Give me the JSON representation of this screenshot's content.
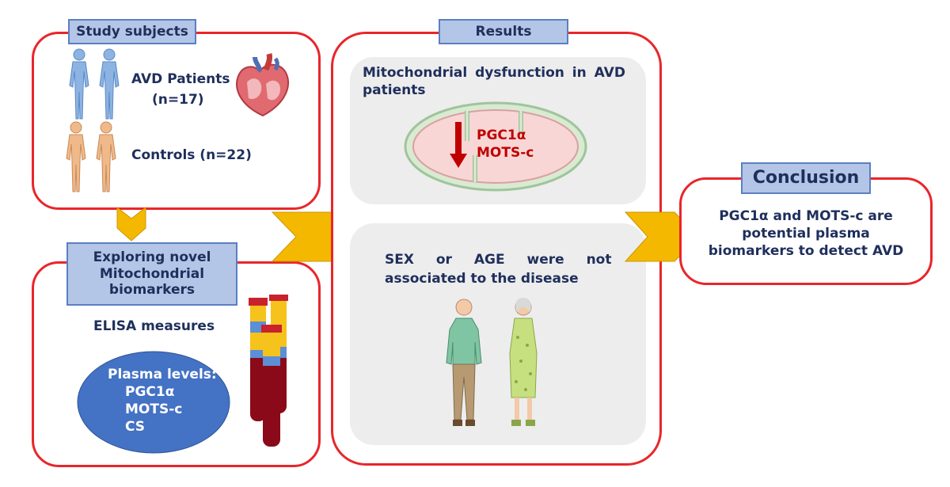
{
  "study": {
    "title": "Study subjects",
    "patients": "AVD Patients",
    "patients_n": "(n=17)",
    "controls": "Controls (n=22)"
  },
  "explore": {
    "title_lines": [
      "Exploring novel",
      "Mitochondrial",
      "biomarkers"
    ],
    "elisa": "ELISA measures",
    "plasma_title": "Plasma levels:",
    "plasma_items": [
      "PGC1α",
      "MOTS-c",
      "CS"
    ]
  },
  "results": {
    "title": "Results",
    "mito_text_line1": "Mitochondrial dysfunction in AVD",
    "mito_text_line2": "patients",
    "markers": [
      "PGC1α",
      "MOTS-c"
    ],
    "sex_age_line1": "SEX or AGE were not",
    "sex_age_line2": "associated to the disease"
  },
  "conclusion": {
    "title": "Conclusion",
    "lines": [
      "PGC1α and MOTS-c are",
      "potential plasma",
      "biomarkers to detect AVD"
    ]
  },
  "colors": {
    "frame_border": "#e8262b",
    "label_fill": "#b4c6e7",
    "label_border": "#5b7fc2",
    "text": "#1f2f5c",
    "arrow": "#f5b800",
    "ellipse": "#4472c4",
    "marker_text": "#c00000",
    "down_arrow": "#c00000",
    "panel": "#ededed"
  },
  "icons": [
    "human-figure-blue-icon",
    "heart-icon",
    "human-figure-tan-icon",
    "blood-tube-icon",
    "mitochondrion-icon",
    "elderly-man-icon",
    "elderly-woman-icon",
    "chevron-arrow-icon"
  ]
}
